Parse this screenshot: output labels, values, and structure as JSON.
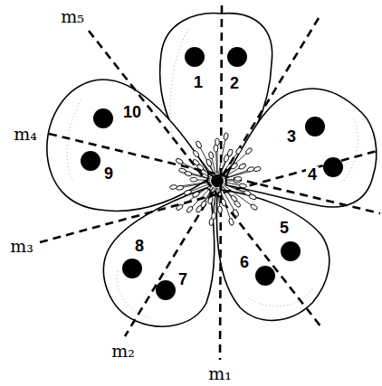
{
  "diagram": {
    "labels": [
      "m₅",
      "1",
      "2",
      "10",
      "3",
      "m₄",
      "4",
      "9",
      "5",
      "8",
      "6",
      "7",
      "m₃",
      "m₂",
      "m₁"
    ]
  }
}
